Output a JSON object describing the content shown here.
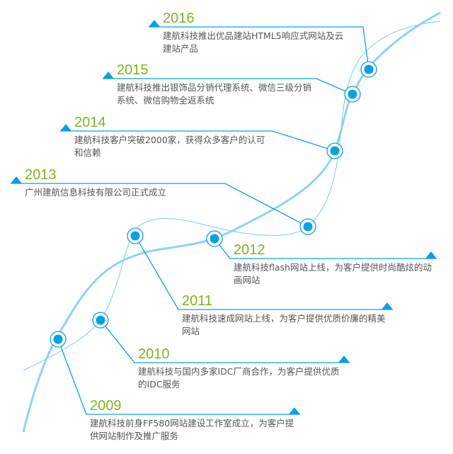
{
  "colors": {
    "accent": "#0aa0e6",
    "curve": "#8fd3f2",
    "year": "#7cb51f",
    "text": "#555555"
  },
  "milestones": [
    {
      "year": "2016",
      "text": "建航科技推出优品建站HTML5响应式网站及云建站产品"
    },
    {
      "year": "2015",
      "text": "建航科技推出银饰品分销代理系统、微信三级分销系统、微信购物全返系统"
    },
    {
      "year": "2014",
      "text": "建航科技客户突破2000家，获得众多客户的认可和信赖"
    },
    {
      "year": "2013",
      "text": "广州建航信息科技有限公司正式成立"
    },
    {
      "year": "2012",
      "text": "建航科技flash网站上线，为客户提供时尚酷炫的动画网站"
    },
    {
      "year": "2011",
      "text": "建航科技速成网站上线，为客户提供优质价廉的精美网站"
    },
    {
      "year": "2010",
      "text": "建航科技与国内多家IDC厂商合作，为客户提供优质的IDC服务"
    },
    {
      "year": "2009",
      "text": "建航科技前身FF580网站建设工作室成立，为客户提供网站制作及推广服务"
    }
  ]
}
